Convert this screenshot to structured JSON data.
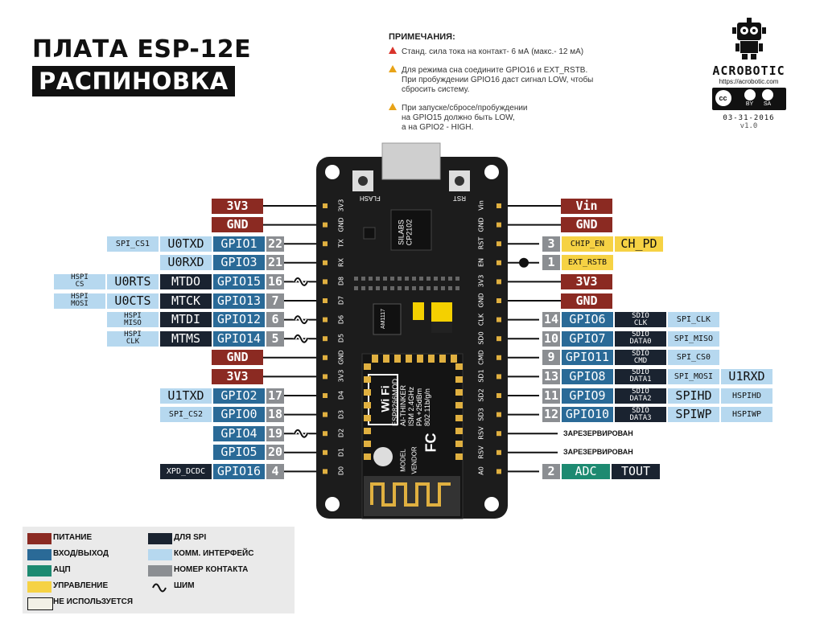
{
  "title": {
    "line1": "ПЛАТА ESP-12E",
    "line2": "РАСПИНОВКА"
  },
  "notes": {
    "heading": "ПРИМЕЧАНИЯ:",
    "items": [
      {
        "lines": [
          "Станд. сила тока на контакт- 6 мА (макс.- 12 мА)"
        ],
        "color": "#d9342b"
      },
      {
        "lines": [
          "Для режима сна соедините GPIO16 и EXT_RSTB.",
          "При пробуждении GPIO16 даст сигнал LOW, чтобы",
          "сбросить систему."
        ],
        "color": "#e8a317"
      },
      {
        "lines": [
          "При запуске/сбросе/пробуждении",
          "на GPIO15 должно быть LOW,",
          "а на GPIO2 - HIGH."
        ],
        "color": "#e8a317"
      }
    ]
  },
  "logo": {
    "name": "ACROBOTIC",
    "url": "https://acrobotic.com",
    "license": [
      "BY",
      "SA"
    ],
    "date": "03-31-2016",
    "version": "v1.0"
  },
  "board": {
    "buttons": [
      "FLASH",
      "RST"
    ],
    "usb_chip": [
      "SILABS",
      "CP2102"
    ],
    "regulator": "AM1117",
    "wifi_logo": "Wi Fi",
    "module_text": [
      "ESP8266MOD",
      "AI-THINKER",
      "ISM 2.4GHz",
      "PA +25dBm",
      "802.11b/g/n"
    ],
    "module_side": [
      "MODEL",
      "VENDOR"
    ],
    "fcc": "FC",
    "left_silk": [
      "3V3",
      "GND",
      "TX",
      "RX",
      "D8",
      "D7",
      "D6",
      "D5",
      "GND",
      "3V3",
      "D4",
      "D3",
      "D2",
      "D1",
      "D0"
    ],
    "right_silk": [
      "Vin",
      "GND",
      "RST",
      "EN",
      "3V3",
      "GND",
      "CLK",
      "SD0",
      "CMD",
      "SD1",
      "SD2",
      "SD3",
      "RSV",
      "RSV",
      "A0"
    ]
  },
  "left_rows": [
    [
      {
        "t": "3V3",
        "c": "pwr"
      }
    ],
    [
      {
        "t": "GND",
        "c": "pwr"
      }
    ],
    [
      {
        "t": "SPI_CS1",
        "c": "com",
        "s": "small"
      },
      {
        "t": "U0TXD",
        "c": "com"
      },
      {
        "t": "GPIO1",
        "c": "io"
      },
      {
        "t": "22",
        "c": "num"
      }
    ],
    [
      {
        "t": "U0RXD",
        "c": "com"
      },
      {
        "t": "GPIO3",
        "c": "io"
      },
      {
        "t": "21",
        "c": "num"
      }
    ],
    [
      {
        "t": "HSPI\nCS",
        "c": "com",
        "s": "tiny"
      },
      {
        "t": "U0RTS",
        "c": "com"
      },
      {
        "t": "MTDO",
        "c": "spi"
      },
      {
        "t": "GPIO15",
        "c": "io"
      },
      {
        "t": "16",
        "c": "num"
      }
    ],
    [
      {
        "t": "HSPI\nMOSI",
        "c": "com",
        "s": "tiny"
      },
      {
        "t": "U0CTS",
        "c": "com"
      },
      {
        "t": "MTCK",
        "c": "spi"
      },
      {
        "t": "GPIO13",
        "c": "io"
      },
      {
        "t": "7",
        "c": "num"
      }
    ],
    [
      {
        "t": "HSPI\nMISO",
        "c": "com",
        "s": "tiny"
      },
      {
        "t": "MTDI",
        "c": "spi"
      },
      {
        "t": "GPIO12",
        "c": "io"
      },
      {
        "t": "6",
        "c": "num"
      }
    ],
    [
      {
        "t": "HSPI\nCLK",
        "c": "com",
        "s": "tiny"
      },
      {
        "t": "MTMS",
        "c": "spi"
      },
      {
        "t": "GPIO14",
        "c": "io"
      },
      {
        "t": "5",
        "c": "num"
      }
    ],
    [
      {
        "t": "GND",
        "c": "pwr"
      }
    ],
    [
      {
        "t": "3V3",
        "c": "pwr"
      }
    ],
    [
      {
        "t": "U1TXD",
        "c": "com"
      },
      {
        "t": "GPIO2",
        "c": "io"
      },
      {
        "t": "17",
        "c": "num"
      }
    ],
    [
      {
        "t": "SPI_CS2",
        "c": "com",
        "s": "small"
      },
      {
        "t": "GPIO0",
        "c": "io"
      },
      {
        "t": "18",
        "c": "num"
      }
    ],
    [
      {
        "t": "GPIO4",
        "c": "io"
      },
      {
        "t": "19",
        "c": "num"
      }
    ],
    [
      {
        "t": "GPIO5",
        "c": "io"
      },
      {
        "t": "20",
        "c": "num"
      }
    ],
    [
      {
        "t": "XPD_DCDC",
        "c": "spi",
        "s": "small"
      },
      {
        "t": "GPIO16",
        "c": "io"
      },
      {
        "t": "4",
        "c": "num"
      }
    ]
  ],
  "right_rows": [
    [
      {
        "t": "Vin",
        "c": "pwr"
      }
    ],
    [
      {
        "t": "GND",
        "c": "pwr"
      }
    ],
    [
      {
        "t": "3",
        "c": "num"
      },
      {
        "t": "CHIP_EN",
        "c": "ctl",
        "s": "small"
      },
      {
        "t": "CH_PD",
        "c": "ctl"
      }
    ],
    [
      {
        "t": "1",
        "c": "num"
      },
      {
        "t": "EXT_RSTB",
        "c": "ctl",
        "s": "small"
      }
    ],
    [
      {
        "t": "3V3",
        "c": "pwr"
      }
    ],
    [
      {
        "t": "GND",
        "c": "pwr"
      }
    ],
    [
      {
        "t": "14",
        "c": "num"
      },
      {
        "t": "GPIO6",
        "c": "io"
      },
      {
        "t": "SDIO\nCLK",
        "c": "spi",
        "s": "tiny"
      },
      {
        "t": "SPI_CLK",
        "c": "com",
        "s": "small"
      }
    ],
    [
      {
        "t": "10",
        "c": "num"
      },
      {
        "t": "GPIO7",
        "c": "io"
      },
      {
        "t": "SDIO\nDATA0",
        "c": "spi",
        "s": "tiny"
      },
      {
        "t": "SPI_MISO",
        "c": "com",
        "s": "small"
      }
    ],
    [
      {
        "t": "9",
        "c": "num"
      },
      {
        "t": "GPIO11",
        "c": "io"
      },
      {
        "t": "SDIO\nCMD",
        "c": "spi",
        "s": "tiny"
      },
      {
        "t": "SPI_CS0",
        "c": "com",
        "s": "small"
      }
    ],
    [
      {
        "t": "13",
        "c": "num"
      },
      {
        "t": "GPIO8",
        "c": "io"
      },
      {
        "t": "SDIO\nDATA1",
        "c": "spi",
        "s": "tiny"
      },
      {
        "t": "SPI_MOSI",
        "c": "com",
        "s": "small"
      },
      {
        "t": "U1RXD",
        "c": "com"
      }
    ],
    [
      {
        "t": "11",
        "c": "num"
      },
      {
        "t": "GPIO9",
        "c": "io"
      },
      {
        "t": "SDIO\nDATA2",
        "c": "spi",
        "s": "tiny"
      },
      {
        "t": "SPIHD",
        "c": "com"
      },
      {
        "t": "HSPIHD",
        "c": "com",
        "s": "small"
      }
    ],
    [
      {
        "t": "12",
        "c": "num"
      },
      {
        "t": "GPIO10",
        "c": "io"
      },
      {
        "t": "SDIO\nDATA3",
        "c": "spi",
        "s": "tiny"
      },
      {
        "t": "SPIWP",
        "c": "com"
      },
      {
        "t": "HSPIWP",
        "c": "com",
        "s": "small"
      }
    ],
    [
      {
        "t": "ЗАРЕЗЕРВИРОВАН",
        "c": "nolabel"
      }
    ],
    [
      {
        "t": "ЗАРЕЗЕРВИРОВАН",
        "c": "nolabel"
      }
    ],
    [
      {
        "t": "2",
        "c": "num"
      },
      {
        "t": "ADC",
        "c": "adc"
      },
      {
        "t": "TOUT",
        "c": "spi"
      }
    ]
  ],
  "legend": [
    {
      "label": "ПИТАНИЕ",
      "color": "#8b2a22"
    },
    {
      "label": "ВХОД/ВЫХОД",
      "color": "#2a6a97"
    },
    {
      "label": "АЦП",
      "color": "#1d8a71"
    },
    {
      "label": "УПРАВЛЕНИЕ",
      "color": "#f6d244"
    },
    {
      "label": "НЕ ИСПОЛЬЗУЕТСЯ",
      "color": "#f2f0e6"
    },
    {
      "label": "ДЛЯ SPI",
      "color": "#1a2330"
    },
    {
      "label": "КОММ. ИНТЕРФЕЙС",
      "color": "#b6d8ef"
    },
    {
      "label": "НОМЕР КОНТАКТА",
      "color": "#8b8e92"
    },
    {
      "label": "ШИМ",
      "color": "#111111"
    }
  ]
}
